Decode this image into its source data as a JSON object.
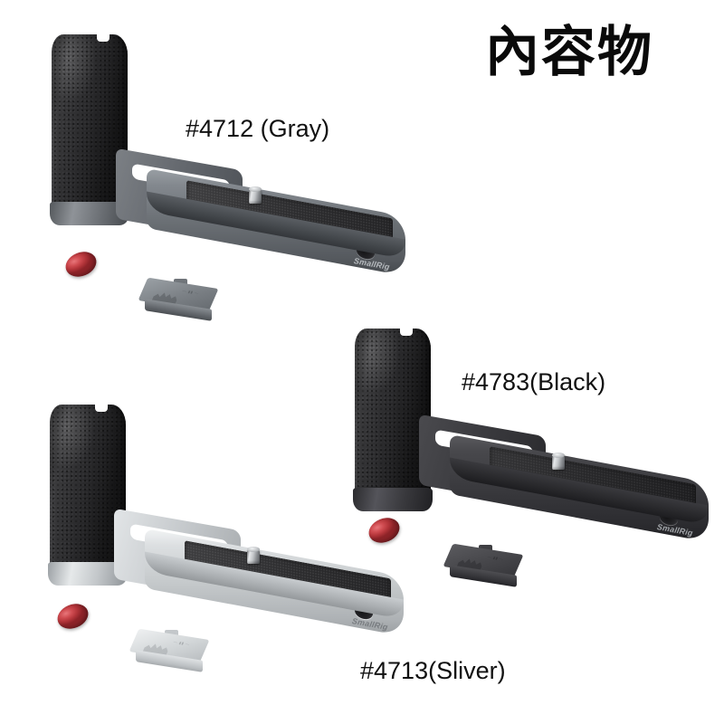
{
  "page": {
    "title": "內容物",
    "background_color": "#ffffff"
  },
  "brand": {
    "name": "SmallRig"
  },
  "products": [
    {
      "id": "gray",
      "label": "#4712 (Gray)",
      "finish": "Gray",
      "body_color": "#6f7378",
      "grip_color": "#222224",
      "pad_color": "#2f2f31",
      "accessory_color": "#7e8287",
      "tool_color": "#c44a4f"
    },
    {
      "id": "black",
      "label": "#4783(Black)",
      "finish": "Black",
      "body_color": "#37373a",
      "grip_color": "#1c1c1e",
      "pad_color": "#2a2a2c",
      "accessory_color": "#4a4a4e",
      "tool_color": "#c44a4f"
    },
    {
      "id": "silver",
      "label": "#4713(Sliver)",
      "finish": "Sliver",
      "body_color": "#c9ccce",
      "grip_color": "#1f1f21",
      "pad_color": "#303032",
      "accessory_color": "#c9ccce",
      "tool_color": "#c44a4f"
    }
  ],
  "kit_items": {
    "bracket": "L-bracket grip",
    "screw": "1/4\"-20 mounting screw",
    "tool": "red oval hex key handle",
    "shoe_cover": "cold shoe cover"
  }
}
